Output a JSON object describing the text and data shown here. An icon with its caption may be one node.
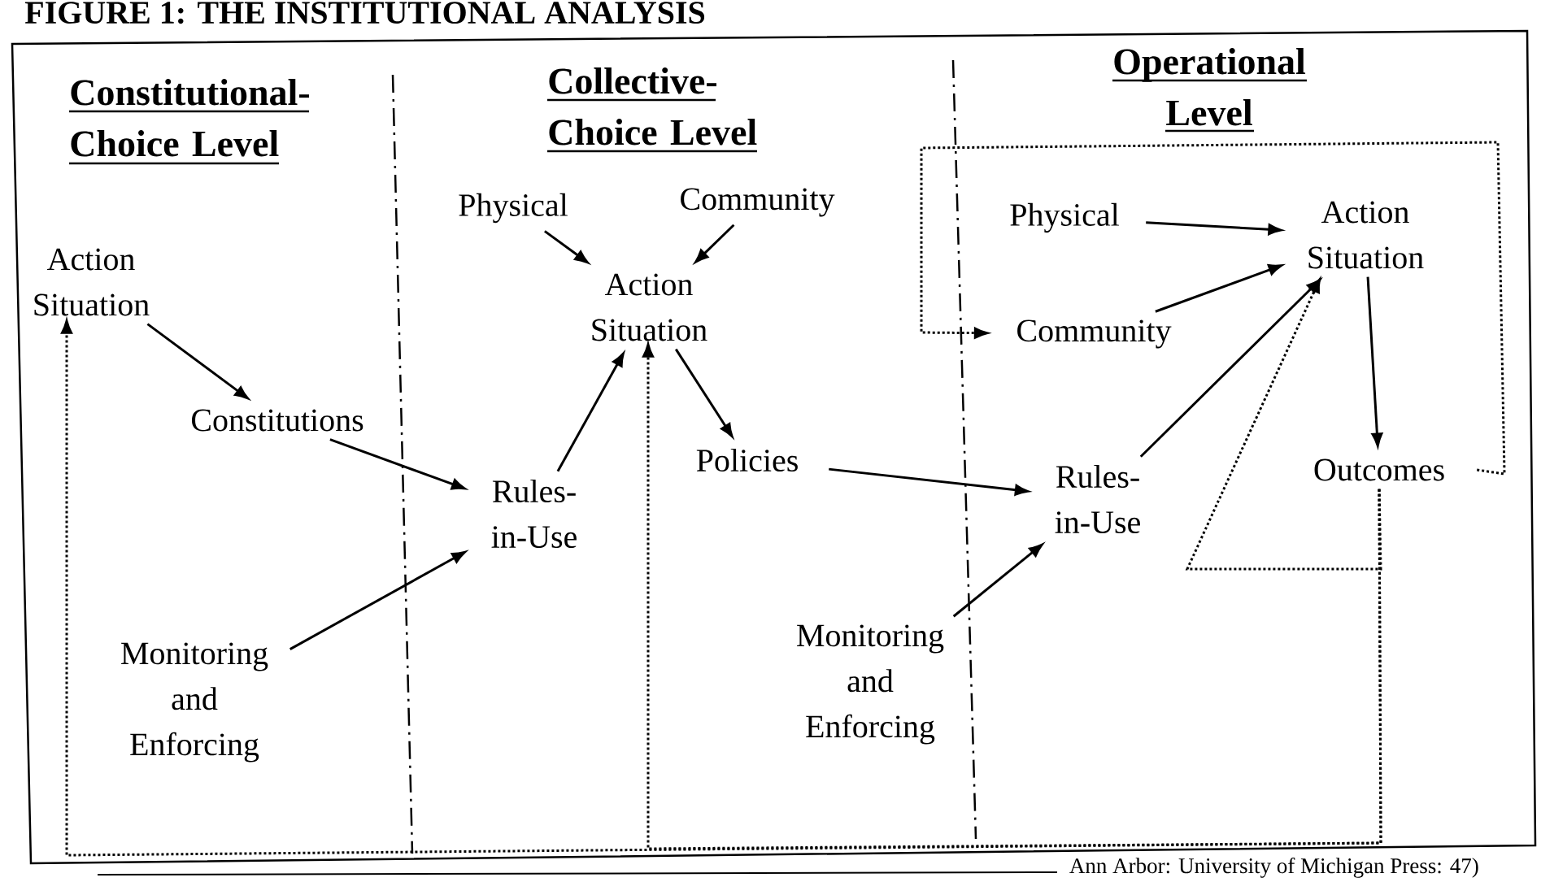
{
  "diagram": {
    "title": "FIGURE 1: THE INSTITUTIONAL ANALYSIS",
    "caption": "Ann Arbor: University of Michigan Press: 47)",
    "nodes": [
      {
        "text": [
          "Action Situation"
        ]
      },
      {
        "text": [
          "Constitutions"
        ]
      },
      {
        "text": [
          "Monitoring and Enforcing"
        ]
      },
      {
        "text": [
          "Physical"
        ]
      },
      {
        "text": [
          "Community"
        ]
      },
      {
        "text": [
          "Action Situation"
        ]
      },
      {
        "text": [
          "Rules-in-Use"
        ]
      },
      {
        "text": [
          "Policies"
        ]
      },
      {
        "text": [
          "Monitoring and Enforcing"
        ]
      },
      {
        "text": [
          "Physical"
        ]
      },
      {
        "text": [
          "Community"
        ]
      },
      {
        "text": [
          "Action Situation"
        ]
      },
      {
        "text": [
          "Rules-in-Use"
        ]
      },
      {
        "text": [
          "Outcomes"
        ]
      }
    ],
    "edges": [
      {
        "from": 0,
        "to": 1,
        "arrow": "to"
      },
      {
        "from": 1,
        "to": 6,
        "arrow": "to"
      },
      {
        "from": 2,
        "to": 6,
        "arrow": "to"
      },
      {
        "from": 3,
        "to": 5,
        "arrow": "to"
      },
      {
        "from": 4,
        "to": 5,
        "arrow": "to"
      },
      {
        "from": 6,
        "to": 5,
        "arrow": "to"
      },
      {
        "from": 5,
        "to": 7,
        "arrow": "to"
      },
      {
        "from": 7,
        "to": 12,
        "arrow": "to"
      },
      {
        "from": 8,
        "to": 12,
        "arrow": "to"
      },
      {
        "from": 9,
        "to": 11,
        "arrow": "to"
      },
      {
        "from": 10,
        "to": 11,
        "arrow": "to"
      },
      {
        "from": 12,
        "to": 11,
        "arrow": "to"
      },
      {
        "from": 11,
        "to": 13,
        "arrow": "to"
      },
      {
        "from": 13,
        "to": 10,
        "arrow": "to",
        "style": "dashed"
      },
      {
        "from": 13,
        "to": 0,
        "arrow": "to",
        "style": "dashed"
      },
      {
        "from": 13,
        "to": 5,
        "arrow": "to",
        "style": "dashed"
      },
      {
        "from": 13,
        "to": 11,
        "arrow": "to",
        "style": "dashed"
      }
    ],
    "labels": [
      "Constitutional-Choice Level",
      "Collective-Choice Level",
      "Operational Level"
    ]
  }
}
